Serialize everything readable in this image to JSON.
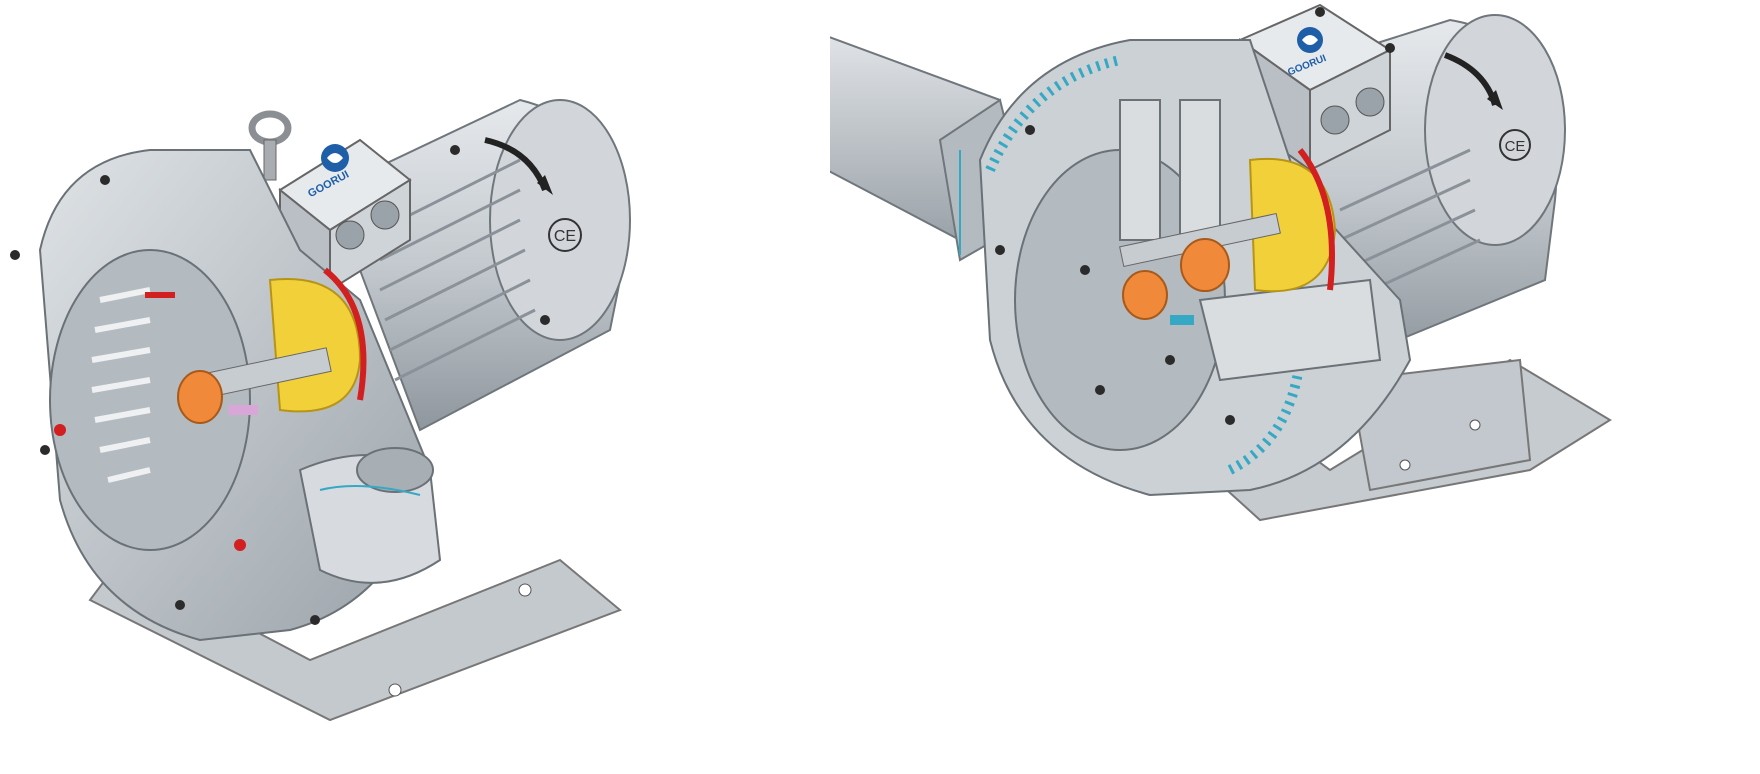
{
  "figures": [
    {
      "brand_text": "GOORUI",
      "ce_mark": "CE"
    },
    {
      "brand_text": "GOORUI",
      "ce_mark": "CE"
    }
  ],
  "colors": {
    "background": "#ffffff",
    "housing": "#c9ced3",
    "housing_shadow": "#9ea5ac",
    "housing_light": "#e3e6e9",
    "rotor_yellow": "#f2d03a",
    "coupling_orange": "#f0893a",
    "seal_red": "#d21f1f",
    "seal_cyan": "#35a9c4",
    "brand_blue": "#1f5fa8"
  },
  "icons": [
    "rotation-arrow-icon",
    "ce-mark-icon",
    "brand-logo-icon",
    "lifting-eye-bolt-icon"
  ]
}
